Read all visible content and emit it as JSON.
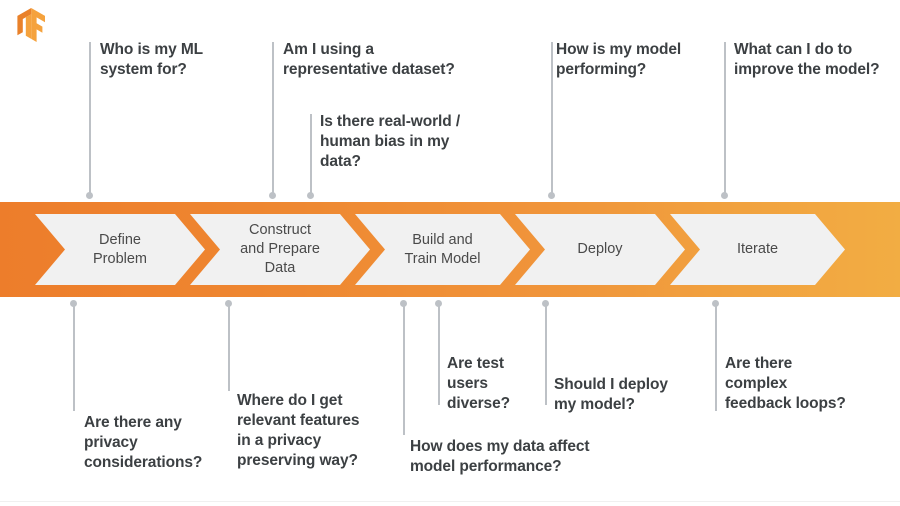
{
  "brand": {
    "logo_name": "tensorflow-logo",
    "accent_orange": "#ED7D2B",
    "accent_orange_light": "#F2AD43",
    "text_color": "#3C4043",
    "stage_fill": "#F1F1F1",
    "connector_color": "#BDC1C6"
  },
  "pipeline": {
    "stages": [
      {
        "label": "Define\nProblem",
        "name": "stage-define-problem"
      },
      {
        "label": "Construct\nand Prepare\nData",
        "name": "stage-construct-prepare-data"
      },
      {
        "label": "Build and\nTrain Model",
        "name": "stage-build-train-model"
      },
      {
        "label": "Deploy",
        "name": "stage-deploy"
      },
      {
        "label": "Iterate",
        "name": "stage-iterate"
      }
    ]
  },
  "callouts_top": [
    {
      "text": "Who is my ML\nsystem for?",
      "name": "callout-who-is-my-ml-system-for"
    },
    {
      "text": "Am I using a\nrepresentative dataset?",
      "name": "callout-representative-dataset"
    },
    {
      "text": "Is there real-world /\nhuman bias in my\ndata?",
      "name": "callout-real-world-human-bias"
    },
    {
      "text": "How is my model\nperforming?",
      "name": "callout-how-is-my-model-performing"
    },
    {
      "text": "What can I do to\nimprove the model?",
      "name": "callout-improve-the-model"
    }
  ],
  "callouts_bottom": [
    {
      "text": "Are there any\nprivacy\nconsiderations?",
      "name": "callout-privacy-considerations"
    },
    {
      "text": "Where do I get\nrelevant features\nin a privacy\npreserving way?",
      "name": "callout-relevant-features-privacy-preserving"
    },
    {
      "text": "How does my data affect\nmodel performance?",
      "name": "callout-data-affect-model-performance"
    },
    {
      "text": "Are test\nusers\ndiverse?",
      "name": "callout-are-test-users-diverse"
    },
    {
      "text": "Should I deploy\nmy model?",
      "name": "callout-should-i-deploy-my-model"
    },
    {
      "text": "Are there\ncomplex\nfeedback loops?",
      "name": "callout-complex-feedback-loops"
    }
  ]
}
